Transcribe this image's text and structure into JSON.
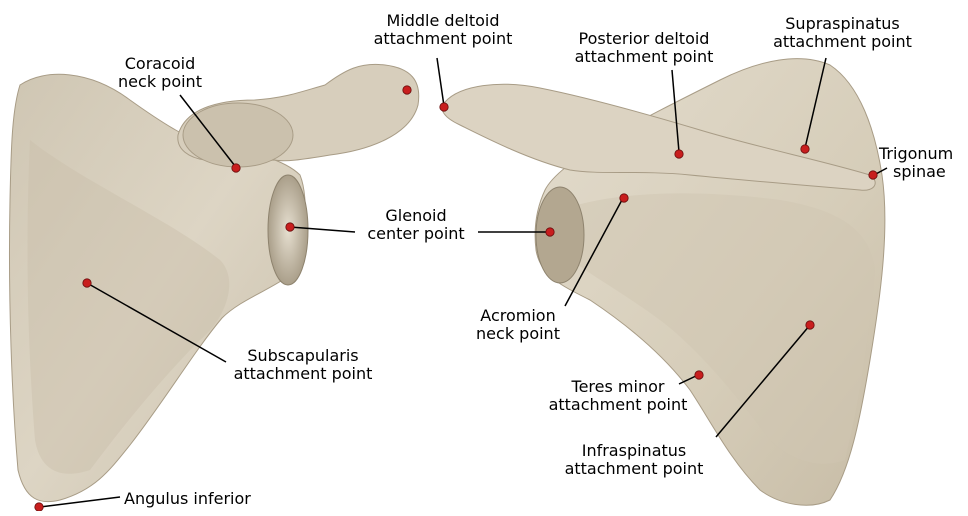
{
  "colors": {
    "bone": "#d8cfbd",
    "bone_shadow": "#a89c86",
    "bone_highlight": "#ece5d6",
    "landmark": "#c81e1e",
    "leader_line": "#000000"
  },
  "landmarks": {
    "middle_deltoid": [
      "Middle deltoid",
      "attachment point"
    ],
    "posterior_deltoid": [
      "Posterior deltoid",
      "attachment point"
    ],
    "supraspinatus": [
      "Supraspinatus",
      "attachment point"
    ],
    "coracoid_neck": [
      "Coracoid",
      "neck point"
    ],
    "trigonum_spinae": [
      "Trigonum",
      "spinae"
    ],
    "glenoid_center": [
      "Glenoid",
      "center point"
    ],
    "acromion_neck": [
      "Acromion",
      "neck point"
    ],
    "subscapularis": [
      "Subscapularis",
      "attachment point"
    ],
    "teres_minor": [
      "Teres minor",
      "attachment point"
    ],
    "infraspinatus": [
      "Infraspinatus",
      "attachment point"
    ],
    "angulus_inferior": [
      "Angulus inferior"
    ]
  }
}
